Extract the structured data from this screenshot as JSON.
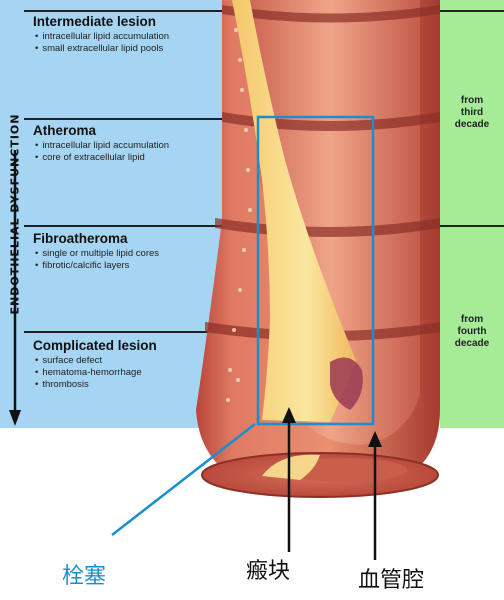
{
  "side_label": "ENDOTHELIAL DYSFUNCTION",
  "stages": [
    {
      "title": "Intermediate lesion",
      "bullets": [
        "intracellular lipid accumulation",
        "small extracellular lipid pools"
      ]
    },
    {
      "title": "Atheroma",
      "bullets": [
        "intracellular lipid accumulation",
        "core of extracellular lipid"
      ]
    },
    {
      "title": "Fibroatheroma",
      "bullets": [
        "single or multiple lipid cores",
        "fibrotic/calcific layers"
      ]
    },
    {
      "title": "Complicated lesion",
      "bullets": [
        "surface defect",
        "hematoma-hemorrhage",
        "thrombosis"
      ]
    }
  ],
  "age_labels": [
    {
      "lines": [
        "from",
        "third",
        "decade"
      ]
    },
    {
      "lines": [
        "from",
        "fourth",
        "decade"
      ]
    }
  ],
  "callouts": {
    "embolus": "栓塞",
    "plaque": "瘢块",
    "lumen": "血管腔"
  },
  "colors": {
    "panel_left": "#a6d4f3",
    "panel_right": "#a6eb96",
    "highlight_box": "#1a8fd0",
    "embolus_text": "#1a8fd0"
  }
}
